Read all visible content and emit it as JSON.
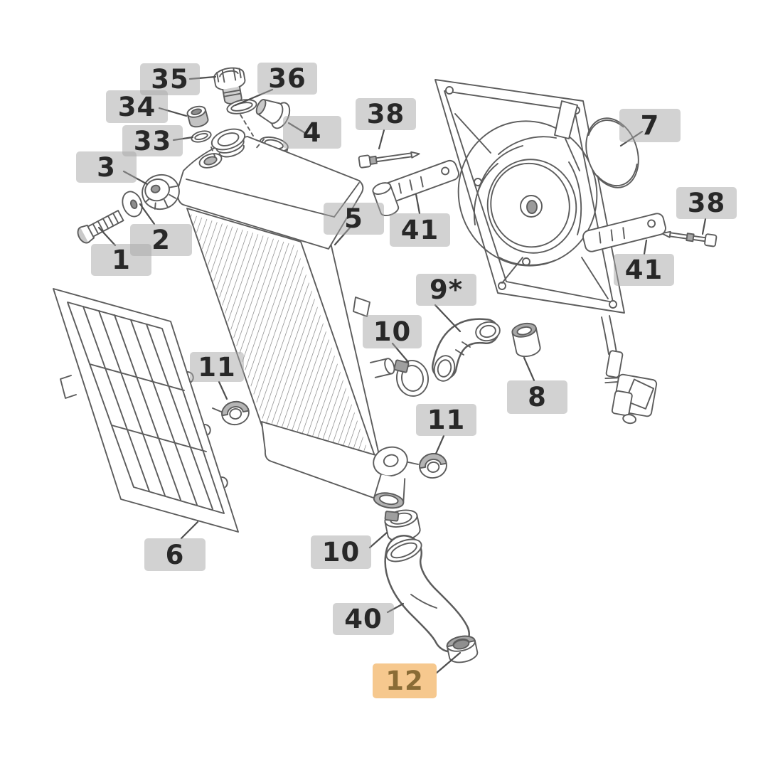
{
  "diagram_type": "exploded-parts-diagram",
  "subject": "radiator-cooling-assembly",
  "colors": {
    "background": "#ffffff",
    "label_bg": "rgba(166,166,166,0.5)",
    "label_text": "#282828",
    "highlight_bg": "#f6c88e",
    "highlight_text": "#8a6c36",
    "line": "#5c5c5c"
  },
  "labels": [
    {
      "part": "35",
      "highlighted": false
    },
    {
      "part": "36",
      "highlighted": false
    },
    {
      "part": "34",
      "highlighted": false
    },
    {
      "part": "33",
      "highlighted": false
    },
    {
      "part": "3",
      "highlighted": false
    },
    {
      "part": "2",
      "highlighted": false
    },
    {
      "part": "1",
      "highlighted": false
    },
    {
      "part": "4",
      "highlighted": false
    },
    {
      "part": "5",
      "highlighted": false
    },
    {
      "part": "38",
      "highlighted": false
    },
    {
      "part": "41",
      "highlighted": false
    },
    {
      "part": "7",
      "highlighted": false
    },
    {
      "part": "38",
      "highlighted": false
    },
    {
      "part": "41",
      "highlighted": false
    },
    {
      "part": "9*",
      "highlighted": false
    },
    {
      "part": "10",
      "highlighted": false
    },
    {
      "part": "8",
      "highlighted": false
    },
    {
      "part": "11",
      "highlighted": false
    },
    {
      "part": "11",
      "highlighted": false
    },
    {
      "part": "6",
      "highlighted": false
    },
    {
      "part": "10",
      "highlighted": false
    },
    {
      "part": "40",
      "highlighted": false
    },
    {
      "part": "12",
      "highlighted": true
    }
  ]
}
